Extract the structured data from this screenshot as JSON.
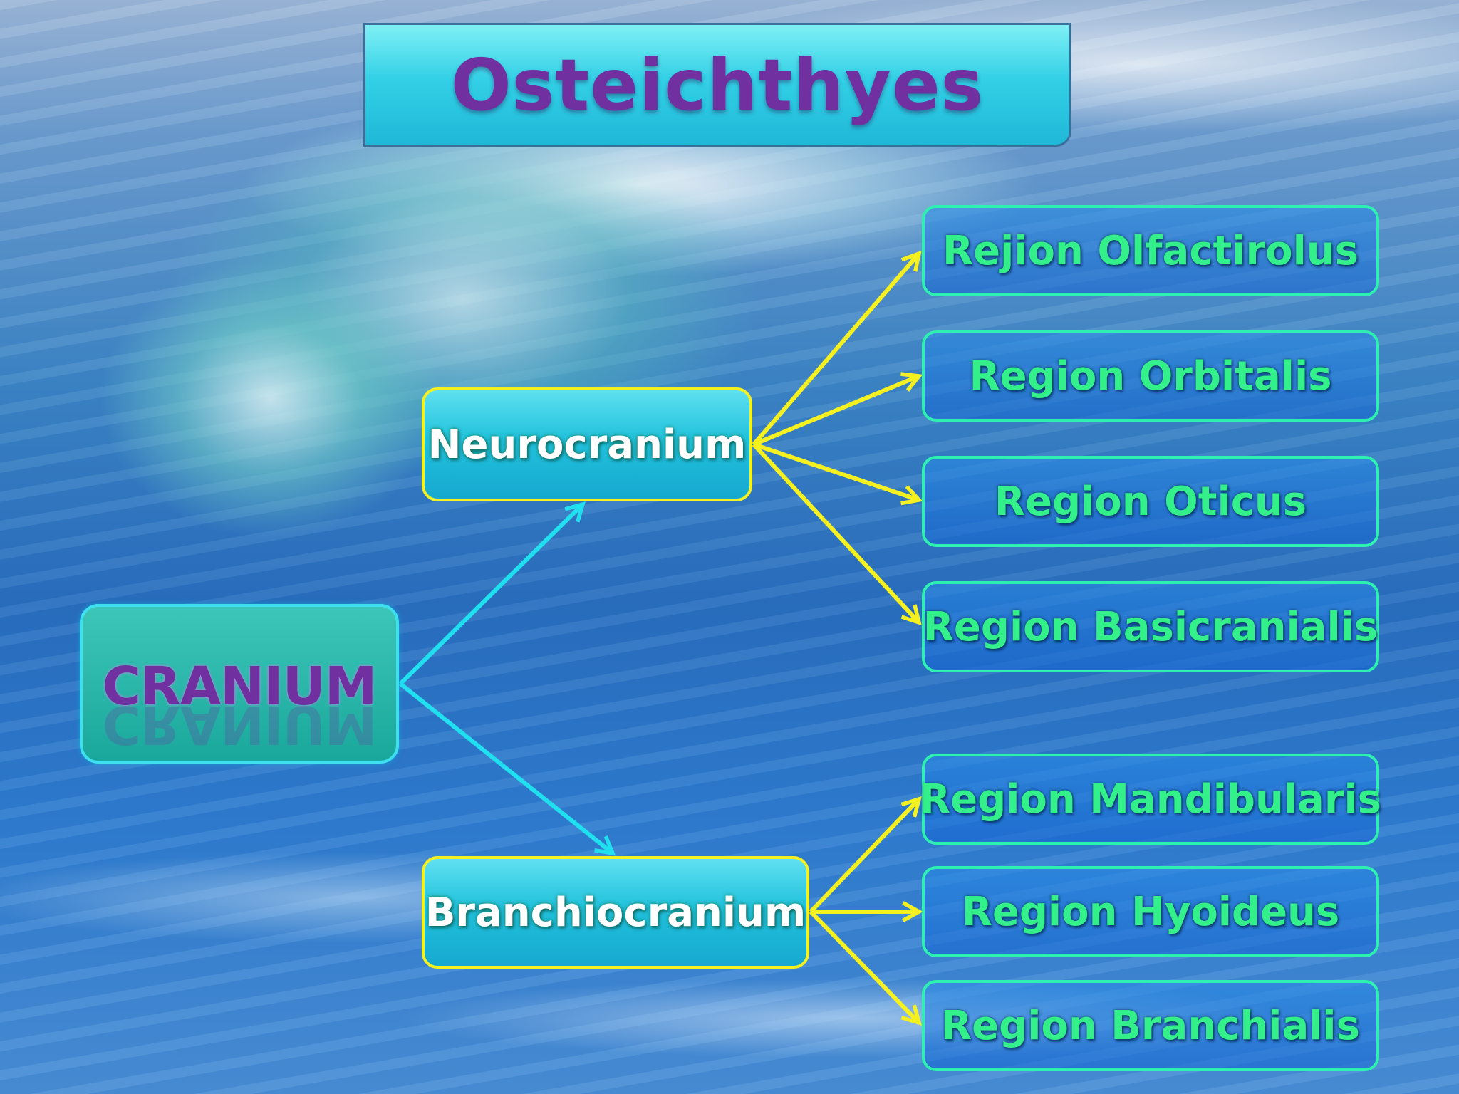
{
  "title": "Osteichthyes",
  "root": {
    "label": "CRANIUM"
  },
  "branches": [
    {
      "label": "Neurocranium",
      "regions": [
        "Rejion Olfactirolus",
        "Region Orbitalis",
        "Region Oticus",
        "Region Basicranialis"
      ]
    },
    {
      "label": "Branchiocranium",
      "regions": [
        "Region Mandibularis",
        "Region Hyoideus",
        "Region Branchialis"
      ]
    }
  ],
  "colors": {
    "title_text": "#7030a0",
    "root_border": "#3ee0f0",
    "branch_border": "#f5f020",
    "region_border": "#2ef0b0",
    "region_text": "#33f08a",
    "cyan_arrow": "#20e0f0",
    "yellow_arrow": "#f5f020"
  }
}
